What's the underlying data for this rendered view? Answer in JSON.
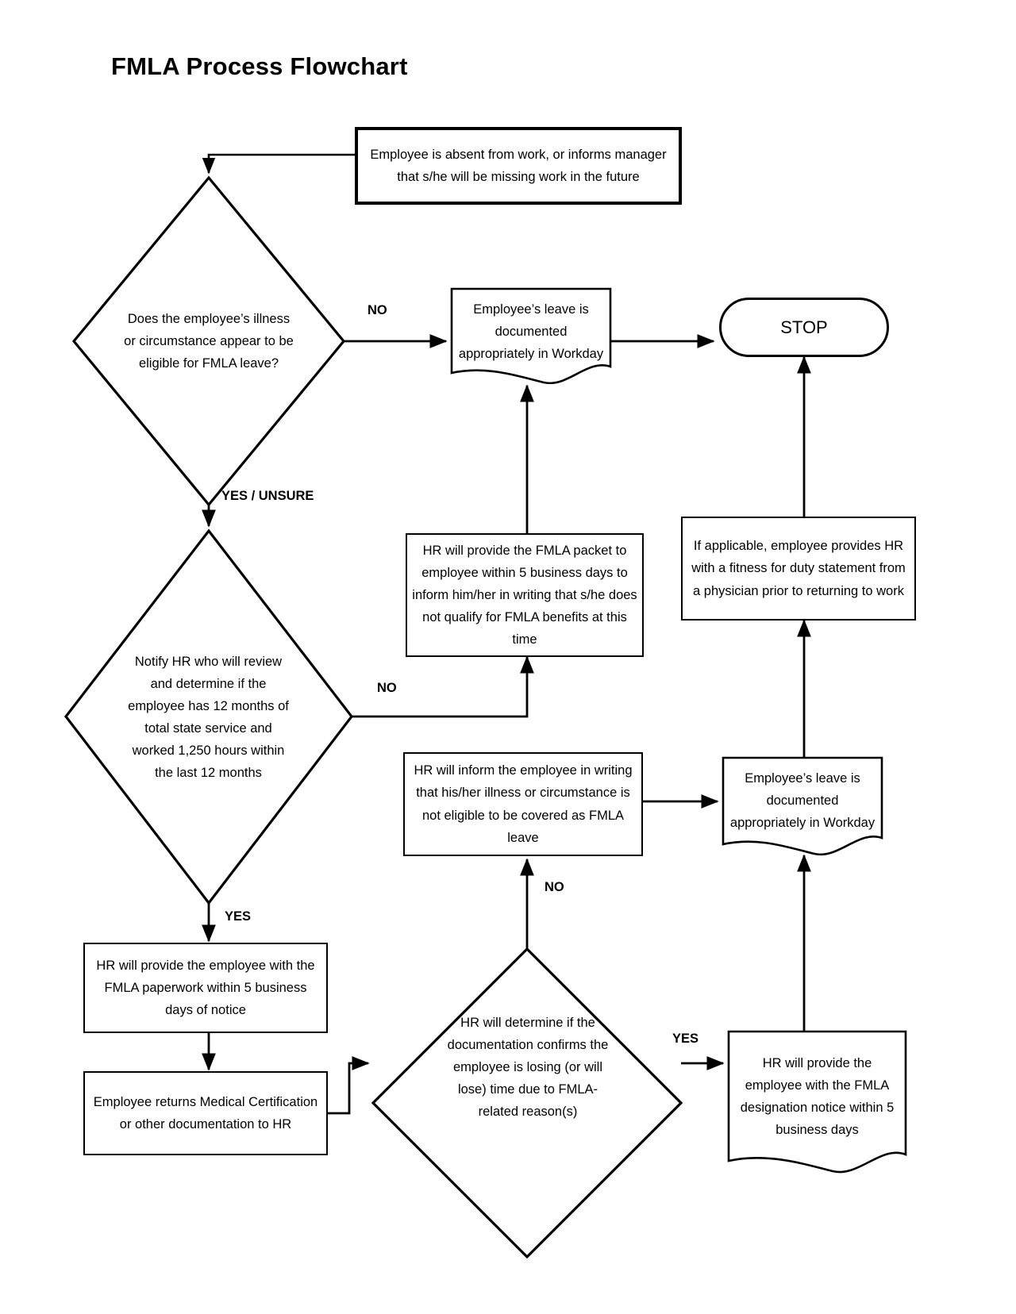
{
  "page": {
    "title": "FMLA Process Flowchart",
    "background": "#ffffff",
    "ink": "#000000"
  },
  "chart_data": {
    "type": "flowchart",
    "title": "FMLA Process Flowchart",
    "orientation": "top-down",
    "nodes": [
      {
        "id": "start",
        "shape": "process-emphasis",
        "text": "Employee is absent from work, or informs manager that s/he will be missing work in the future"
      },
      {
        "id": "d1",
        "shape": "decision",
        "text": "Does the employee’s illness or circumstance appear to be eligible for FMLA leave?"
      },
      {
        "id": "doc1",
        "shape": "document",
        "text": "Employee’s leave is documented appropriately in Workday"
      },
      {
        "id": "stop",
        "shape": "terminator",
        "text": "STOP"
      },
      {
        "id": "d2",
        "shape": "decision",
        "text": "Notify HR who will review and determine if the employee has 12 months of total state service and worked 1,250 hours within the last 12 months"
      },
      {
        "id": "packet",
        "shape": "process",
        "text": "HR will provide the FMLA packet to employee within 5 business days to inform him/her in writing that s/he does not qualify for FMLA benefits at this time"
      },
      {
        "id": "fitness",
        "shape": "process",
        "text": "If applicable, employee provides HR with a fitness for duty statement from a physician prior to returning to work"
      },
      {
        "id": "inform",
        "shape": "process",
        "text": "HR will inform the employee in writing that his/her illness or circumstance is not eligible to be covered as FMLA leave"
      },
      {
        "id": "doc2",
        "shape": "document",
        "text": "Employee’s leave is documented appropriately in Workday"
      },
      {
        "id": "paperwork",
        "shape": "process",
        "text": "HR will provide the employee with the FMLA paperwork within 5 business days of notice"
      },
      {
        "id": "returns",
        "shape": "process",
        "text": "Employee returns Medical Certification or other documentation to HR"
      },
      {
        "id": "d3",
        "shape": "decision",
        "text": "HR will determine if the documentation confirms the employee is losing (or will lose) time due to FMLA-related reason(s)"
      },
      {
        "id": "designation",
        "shape": "document",
        "text": "HR will provide the employee with the FMLA designation notice within 5 business days"
      }
    ],
    "edges": [
      {
        "from": "start",
        "to": "d1",
        "label": ""
      },
      {
        "from": "d1",
        "to": "doc1",
        "label": "NO"
      },
      {
        "from": "doc1",
        "to": "stop",
        "label": ""
      },
      {
        "from": "d1",
        "to": "d2",
        "label": "YES / UNSURE"
      },
      {
        "from": "d2",
        "to": "packet",
        "label": "NO"
      },
      {
        "from": "packet",
        "to": "doc1",
        "label": ""
      },
      {
        "from": "d2",
        "to": "paperwork",
        "label": "YES"
      },
      {
        "from": "paperwork",
        "to": "returns",
        "label": ""
      },
      {
        "from": "returns",
        "to": "d3",
        "label": ""
      },
      {
        "from": "d3",
        "to": "inform",
        "label": "NO"
      },
      {
        "from": "inform",
        "to": "doc2",
        "label": ""
      },
      {
        "from": "d3",
        "to": "designation",
        "label": "YES"
      },
      {
        "from": "designation",
        "to": "doc2",
        "label": ""
      },
      {
        "from": "doc2",
        "to": "fitness",
        "label": ""
      },
      {
        "from": "fitness",
        "to": "stop",
        "label": ""
      }
    ],
    "edge_labels": [
      "NO",
      "YES / UNSURE",
      "NO",
      "NO",
      "YES",
      "YES"
    ]
  }
}
